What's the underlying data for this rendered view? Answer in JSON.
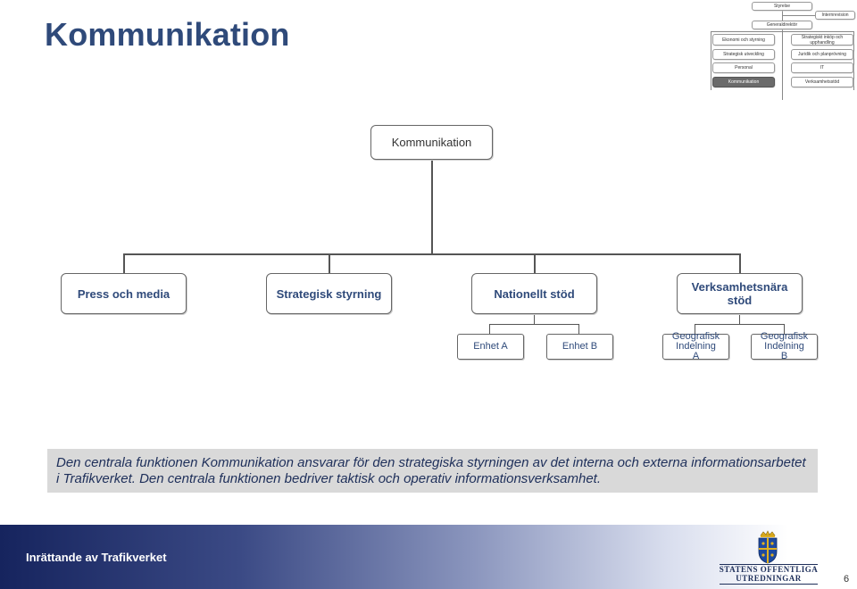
{
  "page": {
    "title": "Kommunikation",
    "page_number": "6",
    "footer_title": "Inrättande av Trafikverket"
  },
  "mini_chart": {
    "styrelse": "Styrelse",
    "generaldirektor": "Generaldirektör",
    "internrevision": "Internrevision",
    "left": [
      "Ekonomi och styrning",
      "Strategisk utveckling",
      "Personal",
      "Kommunikation"
    ],
    "right": [
      "Strategiskt inköp och upphandling",
      "Juridik och planprövning",
      "IT",
      "Verksamhetsstöd"
    ],
    "highlighted": "Kommunikation"
  },
  "org": {
    "root": "Kommunikation",
    "level1": [
      "Press och media",
      "Strategisk styrning",
      "Nationellt stöd",
      "Verksamhetsnära stöd"
    ],
    "nationellt_children": [
      "Enhet A",
      "Enhet B"
    ],
    "verksamhet_children": [
      "Geografisk Indelning A",
      "Geografisk Indelning B"
    ]
  },
  "description": "Den centrala funktionen Kommunikation ansvarar för den strategiska styrningen av det interna och externa informationsarbetet i Trafikverket. Den centrala funktionen bedriver taktisk och operativ informationsverksamhet.",
  "logo": {
    "line1": "STATENS OFFENTLIGA",
    "line2": "UTREDNINGAR"
  },
  "colors": {
    "title": "#2f4a7a",
    "footer_dark": "#16245e",
    "highlight": "#6b6b6b"
  }
}
